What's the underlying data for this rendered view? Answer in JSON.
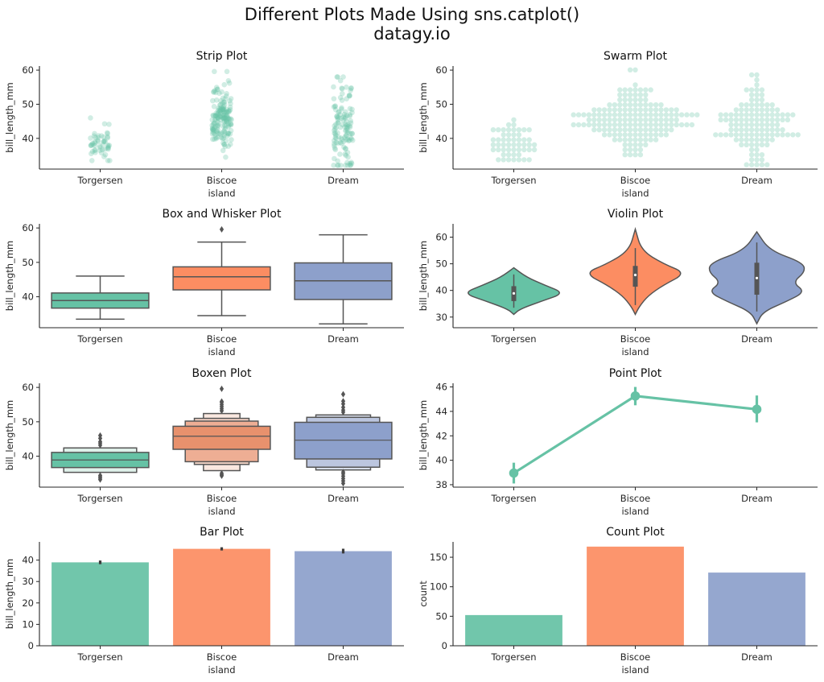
{
  "figure": {
    "title_line1": "Different Plots Made Using sns.catplot()",
    "title_line2": "datagy.io",
    "palette": {
      "Torgersen": "#66c2a5",
      "Biscoe": "#fc8d62",
      "Dream": "#8da0cb"
    },
    "strip_color": "#66c2a5"
  },
  "chart_data": [
    {
      "type": "scatter",
      "title": "Strip Plot",
      "xlabel": "island",
      "ylabel": "bill_length_mm",
      "categories": [
        "Torgersen",
        "Biscoe",
        "Dream"
      ],
      "yticks": [
        40,
        50,
        60
      ],
      "ylim": [
        31,
        61
      ],
      "summary": {
        "Torgersen": {
          "min": 33.5,
          "max": 46
        },
        "Biscoe": {
          "min": 34.5,
          "max": 59.6
        },
        "Dream": {
          "min": 32.1,
          "max": 58
        }
      },
      "n": [
        52,
        168,
        124
      ]
    },
    {
      "type": "scatter",
      "title": "Swarm Plot",
      "xlabel": "island",
      "ylabel": "bill_length_mm",
      "categories": [
        "Torgersen",
        "Biscoe",
        "Dream"
      ],
      "yticks": [
        40,
        50,
        60
      ],
      "ylim": [
        31,
        61
      ]
    },
    {
      "type": "box",
      "title": "Box and Whisker Plot",
      "xlabel": "island",
      "ylabel": "bill_length_mm",
      "categories": [
        "Torgersen",
        "Biscoe",
        "Dream"
      ],
      "yticks": [
        40,
        50,
        60
      ],
      "ylim": [
        31,
        61
      ],
      "boxes": [
        {
          "category": "Torgersen",
          "whislo": 33.5,
          "q1": 36.7,
          "med": 38.9,
          "q3": 41.1,
          "whishi": 46.0,
          "fliers": []
        },
        {
          "category": "Biscoe",
          "whislo": 34.5,
          "q1": 42.0,
          "med": 45.8,
          "q3": 48.7,
          "whishi": 55.9,
          "fliers": [
            59.6
          ]
        },
        {
          "category": "Dream",
          "whislo": 32.1,
          "q1": 39.2,
          "med": 44.65,
          "q3": 49.85,
          "whishi": 58.0,
          "fliers": []
        }
      ]
    },
    {
      "type": "violin",
      "title": "Violin Plot",
      "xlabel": "island",
      "ylabel": "bill_length_mm",
      "categories": [
        "Torgersen",
        "Biscoe",
        "Dream"
      ],
      "yticks": [
        30,
        40,
        50,
        60
      ],
      "ylim": [
        26,
        65
      ],
      "medians": [
        38.9,
        45.8,
        44.65
      ]
    },
    {
      "type": "boxen",
      "title": "Boxen Plot",
      "xlabel": "island",
      "ylabel": "bill_length_mm",
      "categories": [
        "Torgersen",
        "Biscoe",
        "Dream"
      ],
      "yticks": [
        40,
        50,
        60
      ],
      "ylim": [
        31,
        61
      ],
      "medians": [
        38.9,
        45.8,
        44.65
      ]
    },
    {
      "type": "line",
      "title": "Point Plot",
      "xlabel": "island",
      "ylabel": "bill_length_mm",
      "categories": [
        "Torgersen",
        "Biscoe",
        "Dream"
      ],
      "values": [
        38.95,
        45.26,
        44.17
      ],
      "ci_low": [
        38.1,
        44.5,
        43.1
      ],
      "ci_high": [
        39.8,
        46.0,
        45.3
      ],
      "yticks": [
        38,
        40,
        42,
        44,
        46
      ],
      "ylim": [
        37.8,
        46.3
      ]
    },
    {
      "type": "bar",
      "title": "Bar Plot",
      "xlabel": "island",
      "ylabel": "bill_length_mm",
      "categories": [
        "Torgersen",
        "Biscoe",
        "Dream"
      ],
      "values": [
        38.95,
        45.26,
        44.17
      ],
      "ci_low": [
        38.1,
        44.5,
        43.1
      ],
      "ci_high": [
        39.8,
        46.0,
        45.3
      ],
      "yticks": [
        0,
        10,
        20,
        30,
        40
      ],
      "ylim": [
        0,
        48
      ]
    },
    {
      "type": "bar",
      "title": "Count Plot",
      "xlabel": "island",
      "ylabel": "count",
      "categories": [
        "Torgersen",
        "Biscoe",
        "Dream"
      ],
      "values": [
        52,
        168,
        124
      ],
      "yticks": [
        0,
        50,
        100,
        150
      ],
      "ylim": [
        0,
        176
      ]
    }
  ]
}
